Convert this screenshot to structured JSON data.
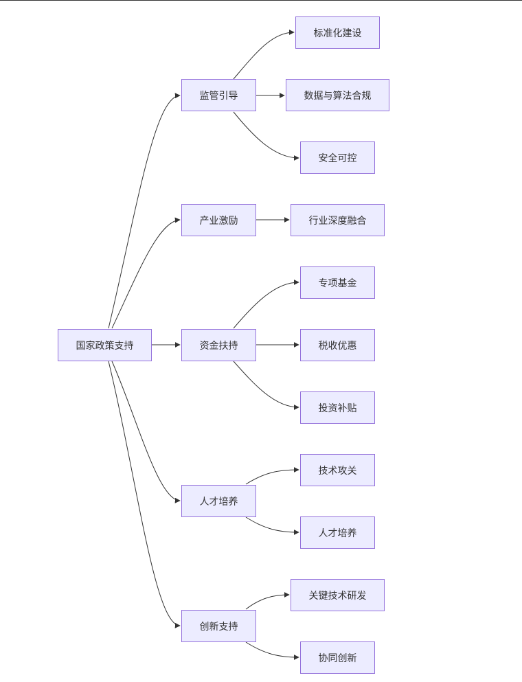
{
  "diagram": {
    "root": "国家政策支持",
    "branches": [
      {
        "label": "监管引导",
        "children": [
          "标准化建设",
          "数据与算法合规",
          "安全可控"
        ]
      },
      {
        "label": "产业激励",
        "children": [
          "行业深度融合"
        ]
      },
      {
        "label": "资金扶持",
        "children": [
          "专项基金",
          "税收优惠",
          "投资补贴"
        ]
      },
      {
        "label": "人才培养",
        "children": [
          "技术攻关",
          "人才培养"
        ]
      },
      {
        "label": "创新支持",
        "children": [
          "关键技术研发",
          "协同创新"
        ]
      }
    ]
  },
  "colors": {
    "node_fill": "#ececff",
    "node_border": "#9370db",
    "edge": "#333333",
    "text": "#333333"
  }
}
